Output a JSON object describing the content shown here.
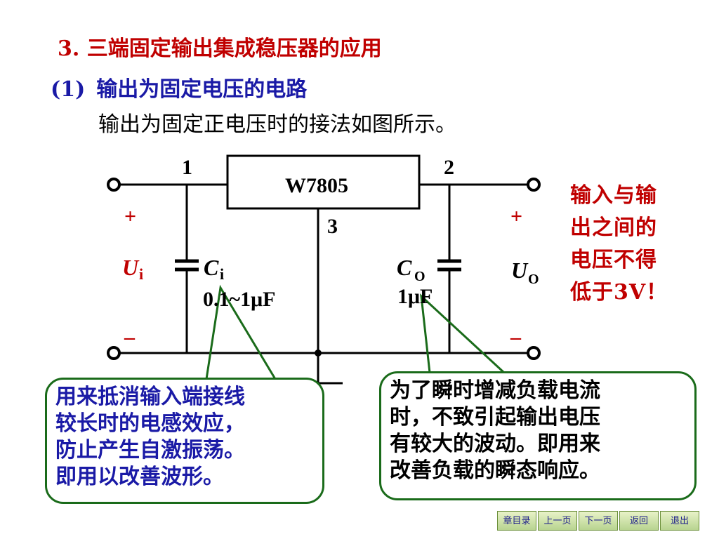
{
  "heading": {
    "title": "3. 三端固定输出集成稳压器的应用",
    "sub_number": "(1)",
    "sub_title": "输出为固定电压的电路",
    "description": "输出为固定正电压时的接法如图所示。"
  },
  "circuit": {
    "chip_label": "W7805",
    "pin1": "1",
    "pin2": "2",
    "pin3": "3",
    "plus_left": "+",
    "plus_right": "+",
    "minus_left": "–",
    "minus_right": "–",
    "ui_main": "U",
    "ui_sub": "i",
    "uo_main": "U",
    "uo_sub": "O",
    "ci_main": "C",
    "ci_sub": "i",
    "ci_value": "0.1~1μF",
    "co_main": "C",
    "co_sub": "O",
    "co_value": "1μF"
  },
  "note": {
    "lines": [
      "输入与输",
      "出之间的",
      "电压不得",
      "低于3V！"
    ]
  },
  "callout_left": {
    "lines": [
      "用来抵消输入端接线",
      "较长时的电感效应，",
      "防止产生自激振荡。",
      "即用以改善波形。"
    ]
  },
  "callout_right": {
    "lines": [
      "为了瞬时增减负载电流",
      "时，不致引起输出电压",
      "有较大的波动。即用来",
      "改善负载的瞬态响应。"
    ]
  },
  "nav": {
    "toc": "章目录",
    "prev": "上一页",
    "next": "下一页",
    "back": "返回",
    "exit": "退出"
  },
  "colors": {
    "title_red": "#c00000",
    "heading_blue": "#1a1aa6",
    "callout_border": "#1a6b1a"
  }
}
